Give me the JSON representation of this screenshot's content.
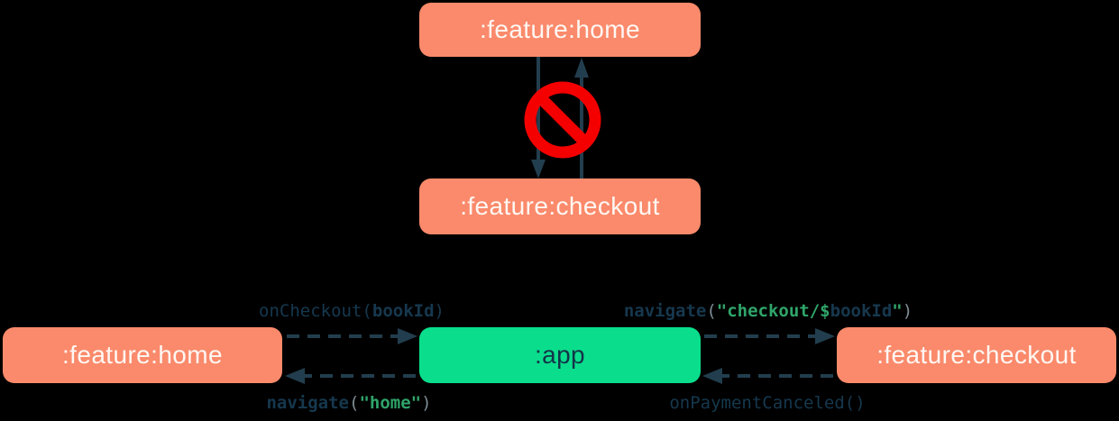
{
  "diagram": {
    "background": "#000000",
    "colors": {
      "feature_node_bg": "#FA8A6B",
      "feature_node_text": "#FFF7F3",
      "app_node_bg": "#0ADE8C",
      "app_node_text": "#143448",
      "arrow": "#223E4E",
      "code_navy": "#16384E",
      "code_green": "#2FA56A",
      "code_gray": "#7E8C93",
      "forbidden_red": "#F40000"
    },
    "top_section": {
      "home_node": ":feature:home",
      "checkout_node": ":feature:checkout",
      "forbidden_icon": "no-entry-sign",
      "edges": [
        {
          "from": ":feature:home",
          "to": ":feature:checkout",
          "style": "solid",
          "allowed": false
        },
        {
          "from": ":feature:checkout",
          "to": ":feature:home",
          "style": "solid",
          "allowed": false
        }
      ]
    },
    "bottom_section": {
      "home_node": ":feature:home",
      "app_node": ":app",
      "checkout_node": ":feature:checkout",
      "edges": [
        {
          "from": ":feature:home",
          "to": ":app",
          "style": "dashed",
          "label": "onCheckout(bookId)"
        },
        {
          "from": ":app",
          "to": ":feature:home",
          "style": "dashed",
          "label": "navigate(\"home\")"
        },
        {
          "from": ":app",
          "to": ":feature:checkout",
          "style": "dashed",
          "label": "navigate(\"checkout/$bookId\")"
        },
        {
          "from": ":feature:checkout",
          "to": ":app",
          "style": "dashed",
          "label": "onPaymentCanceled()"
        }
      ],
      "code_labels": {
        "on_checkout": {
          "segments": [
            {
              "text": "onCheckout(",
              "color": "#16384E",
              "bold": false
            },
            {
              "text": "bookId",
              "color": "#16384E",
              "bold": true
            },
            {
              "text": ")",
              "color": "#16384E",
              "bold": false
            }
          ]
        },
        "navigate_checkout": {
          "segments": [
            {
              "text": "navigate",
              "color": "#16384E",
              "bold": true
            },
            {
              "text": "(",
              "color": "#7E8C93",
              "bold": false
            },
            {
              "text": "\"checkout/$",
              "color": "#2FA56A",
              "bold": true
            },
            {
              "text": "bookId",
              "color": "#16384E",
              "bold": true
            },
            {
              "text": "\"",
              "color": "#2FA56A",
              "bold": true
            },
            {
              "text": ")",
              "color": "#7E8C93",
              "bold": false
            }
          ]
        },
        "navigate_home": {
          "segments": [
            {
              "text": "navigate",
              "color": "#16384E",
              "bold": true
            },
            {
              "text": "(",
              "color": "#7E8C93",
              "bold": false
            },
            {
              "text": "\"home\"",
              "color": "#2FA56A",
              "bold": true
            },
            {
              "text": ")",
              "color": "#7E8C93",
              "bold": false
            }
          ]
        },
        "on_payment_canceled": {
          "segments": [
            {
              "text": "onPaymentCanceled()",
              "color": "#16384E",
              "bold": false
            }
          ]
        }
      }
    }
  }
}
